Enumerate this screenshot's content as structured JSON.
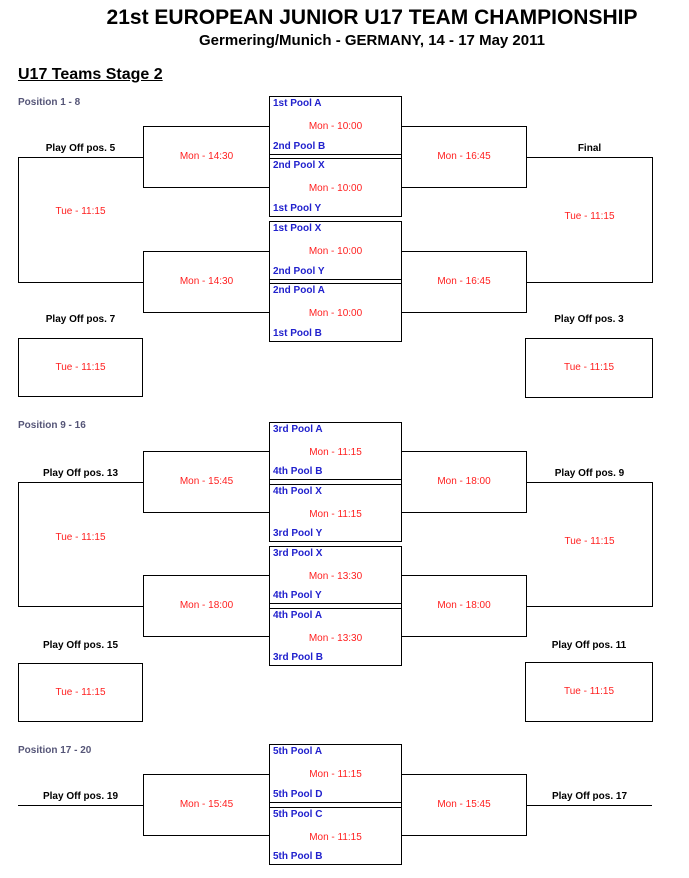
{
  "header": {
    "title": "21st EUROPEAN JUNIOR U17 TEAM CHAMPIONSHIP",
    "subtitle": "Germering/Munich - GERMANY, 14 - 17 May 2011",
    "section_heading": "U17 Teams Stage 2"
  },
  "colors": {
    "team_name": "#2121cd",
    "match_time": "#ff1f1f",
    "position_label": "#555577",
    "lines": "#000000"
  },
  "sections": [
    {
      "position_label": "Position 1 - 8",
      "matches": [
        {
          "top": "1st Pool A",
          "time": "Mon - 10:00",
          "bottom": "2nd Pool B"
        },
        {
          "top": "2nd Pool X",
          "time": "Mon - 10:00",
          "bottom": "1st Pool Y"
        },
        {
          "top": "1st Pool X",
          "time": "Mon - 10:00",
          "bottom": "2nd Pool Y"
        },
        {
          "top": "2nd Pool A",
          "time": "Mon - 10:00",
          "bottom": "1st Pool B"
        }
      ],
      "left_semis": [
        "Mon - 14:30",
        "Mon - 14:30"
      ],
      "right_semis": [
        "Mon - 16:45",
        "Mon - 16:45"
      ],
      "left_final": {
        "label": "Play Off pos. 5",
        "time": "Tue - 11:15"
      },
      "right_final": {
        "label": "Final",
        "time": "Tue - 11:15"
      },
      "left_consolation": {
        "label": "Play Off pos. 7",
        "time": "Tue - 11:15"
      },
      "right_consolation": {
        "label": "Play Off pos. 3",
        "time": "Tue - 11:15"
      }
    },
    {
      "position_label": "Position 9 - 16",
      "matches": [
        {
          "top": "3rd Pool A",
          "time": "Mon - 11:15",
          "bottom": "4th Pool B"
        },
        {
          "top": "4th Pool X",
          "time": "Mon - 11:15",
          "bottom": "3rd Pool Y"
        },
        {
          "top": "3rd Pool X",
          "time": "Mon - 13:30",
          "bottom": "4th Pool Y"
        },
        {
          "top": "4th Pool A",
          "time": "Mon - 13:30",
          "bottom": "3rd Pool B"
        }
      ],
      "left_semis": [
        "Mon - 15:45",
        "Mon - 18:00"
      ],
      "right_semis": [
        "Mon - 18:00",
        "Mon - 18:00"
      ],
      "left_final": {
        "label": "Play Off pos. 13",
        "time": "Tue - 11:15"
      },
      "right_final": {
        "label": "Play Off pos. 9",
        "time": "Tue - 11:15"
      },
      "left_consolation": {
        "label": "Play Off pos. 15",
        "time": "Tue - 11:15"
      },
      "right_consolation": {
        "label": "Play Off pos. 11",
        "time": "Tue - 11:15"
      }
    },
    {
      "position_label": "Position 17 - 20",
      "matches": [
        {
          "top": "5th Pool A",
          "time": "Mon - 11:15",
          "bottom": "5th Pool D"
        },
        {
          "top": "5th Pool C",
          "time": "Mon - 11:15",
          "bottom": "5th Pool B"
        }
      ],
      "left_semis": [
        "Mon - 15:45"
      ],
      "right_semis": [
        "Mon - 15:45"
      ],
      "left_line_label": "Play Off pos. 19",
      "right_line_label": "Play Off pos. 17"
    }
  ]
}
